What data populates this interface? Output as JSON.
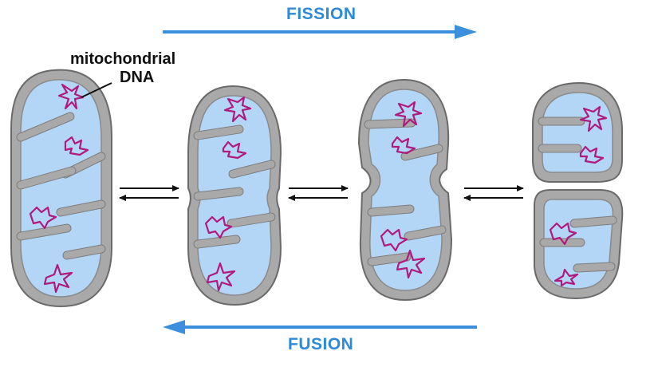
{
  "labels": {
    "fission": "FISSION",
    "fusion": "FUSION",
    "mito_dna_line1": "mitochondrial",
    "mito_dna_line2": "DNA"
  },
  "colors": {
    "process_arrow": "#3b8fdd",
    "matrix": "#b4d6f6",
    "membrane": "#a9a9a9",
    "dna": "#b0197e"
  }
}
